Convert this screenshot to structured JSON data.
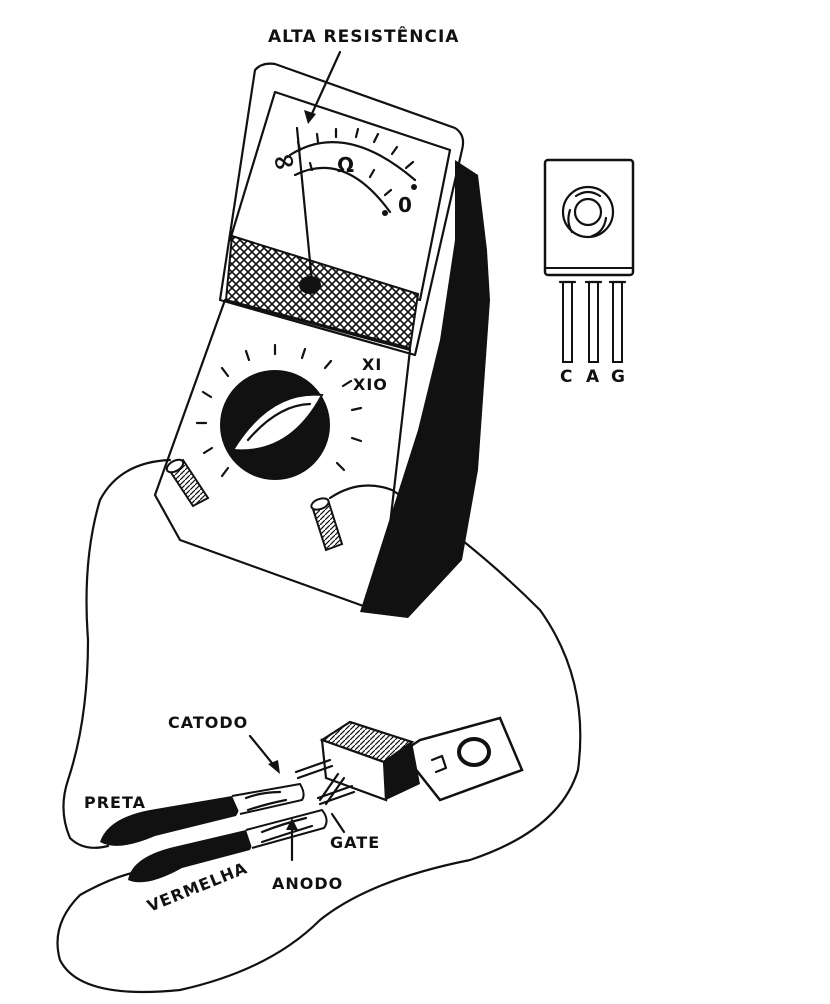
{
  "labels": {
    "high_resistance": "ALTA RESISTÊNCIA",
    "infinity": "∞",
    "ohm": "Ω",
    "zero": "0",
    "range_x1": "XI",
    "range_x10": "XIO",
    "pin_c": "C",
    "pin_a": "A",
    "pin_g": "G",
    "cathode": "CATODO",
    "black_probe": "PRETA",
    "red_probe": "VERMELHA",
    "gate": "GATE",
    "anode": "ANODO"
  },
  "colors": {
    "ink": "#111111",
    "paper": "#ffffff"
  }
}
